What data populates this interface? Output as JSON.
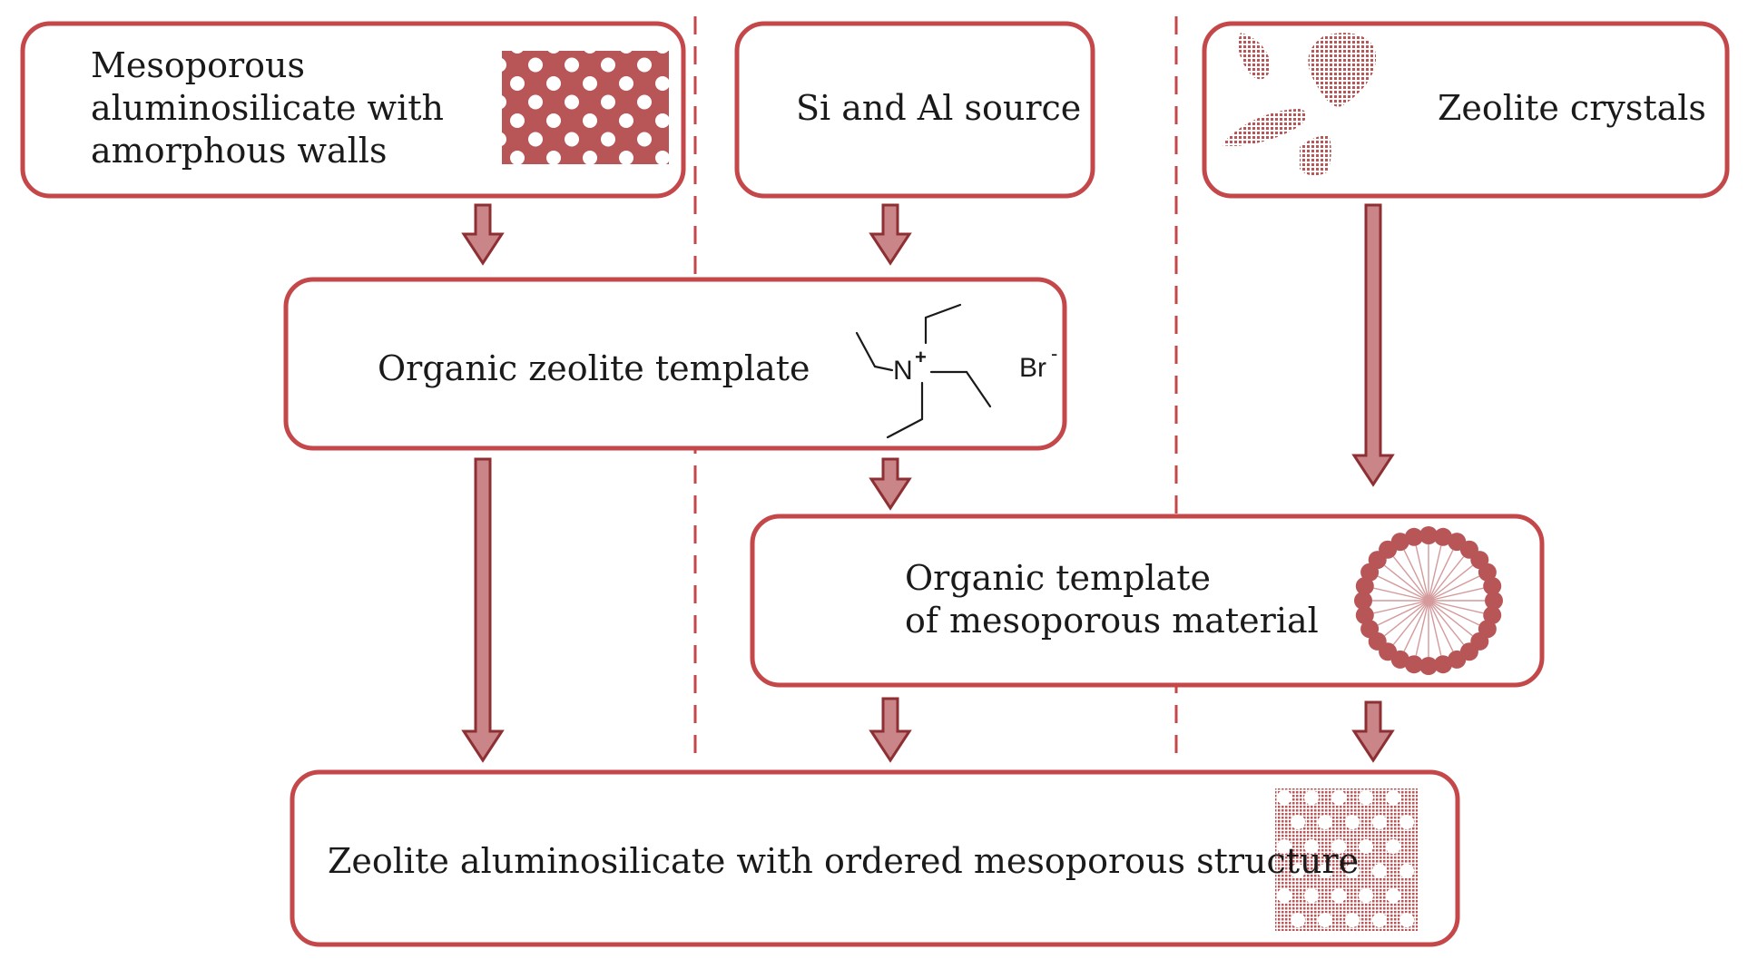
{
  "colors": {
    "border": "#c4474a",
    "fill": "#b85557",
    "arrow_fill": "#c98587",
    "arrow_stroke": "#8e2f33",
    "divider": "#c4474a",
    "text": "#1a1a1a"
  },
  "boxes": {
    "mesoporous_aluminosilicate": {
      "lines": [
        "Mesoporous",
        "aluminosilicate with",
        "amorphous walls"
      ],
      "icon": "hexagonal-pore-pattern-icon"
    },
    "si_al_source": {
      "label": "Si and Al source"
    },
    "zeolite_crystals": {
      "label": "Zeolite crystals",
      "icon": "zeolite-crystals-icon"
    },
    "organic_zeolite_template": {
      "label": "Organic zeolite template",
      "icon": "tetraethylammonium-bromide-icon",
      "structure": {
        "atom": "N",
        "charge": "+",
        "counterion": "Br",
        "counterion_charge": "-"
      }
    },
    "organic_template_mesoporous": {
      "lines": [
        "Organic template",
        "of mesoporous material"
      ],
      "icon": "micelle-icon"
    },
    "result": {
      "label": "Zeolite aluminosilicate with ordered mesoporous structure",
      "icon": "ordered-mesoporous-zeolite-icon"
    }
  }
}
